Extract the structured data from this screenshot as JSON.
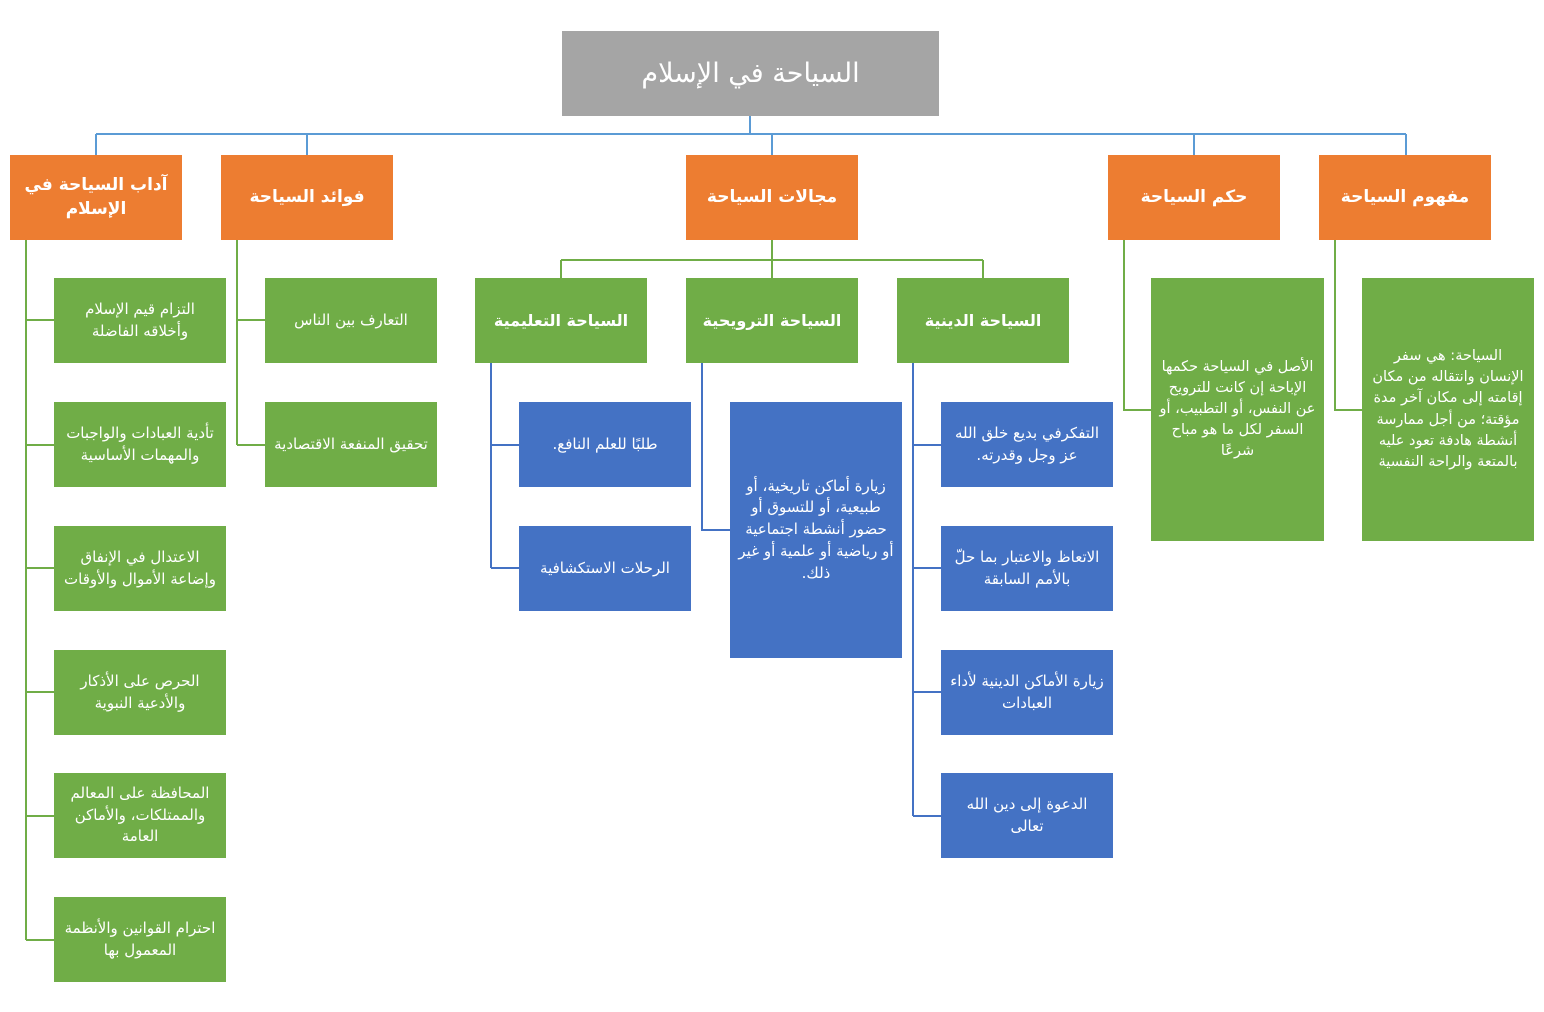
{
  "root": {
    "title": "السياحة في الإسلام"
  },
  "concept": {
    "title": "مفهوم السياحة",
    "text": "السياحة: هي سفر الإنسان وانتقاله من مكان إقامته إلى مكان آخر مدة مؤقتة؛ من أجل ممارسة أنشطة هادفة تعود عليه بالمتعة والراحة النفسية"
  },
  "ruling": {
    "title": "حكم السياحة",
    "text": "الأصل في السياحة حكمها الإباحة إن كانت للترويح عن النفس، أو التطبيب، أو السفر لكل ما هو مباح شرعًا"
  },
  "fields": {
    "title": "مجالات السياحة",
    "religious": {
      "title": "السياحة الدينية",
      "items": [
        "التفكرفي بديع خلق الله عز وجل وقدرته.",
        "الاتعاظ والاعتبار بما حلّ بالأمم السابقة",
        "زيارة الأماكن الدينية لأداء العبادات",
        "الدعوة إلى دين الله تعالى"
      ]
    },
    "recreational": {
      "title": "السياحة الترويحية",
      "text": "زيارة أماكن تاريخية، أو طبيعية، أو للتسوق أو حضور أنشطة اجتماعية أو رياضية أو علمية أو غير ذلك."
    },
    "educational": {
      "title": "السياحة التعليمية",
      "items": [
        "طلبًا للعلم النافع.",
        "الرحلات الاستكشافية"
      ]
    }
  },
  "benefits": {
    "title": "فوائد السياحة",
    "items": [
      "التعارف بين الناس",
      "تحقيق المنفعة الاقتصادية"
    ]
  },
  "etiquette": {
    "title": "آداب السياحة في الإسلام",
    "items": [
      "التزام قيم الإسلام وأخلاقه الفاضلة",
      "تأدية العبادات والواجبات والمهمات الأساسية",
      "الاعتدال في الإنفاق وإضاعة الأموال والأوقات",
      "الحرص على الأذكار والأدعية النبوية",
      "المحافظة على المعالم والممتلكات، والأماكن العامة",
      "احترام القوانين والأنظمة المعمول بها"
    ]
  }
}
